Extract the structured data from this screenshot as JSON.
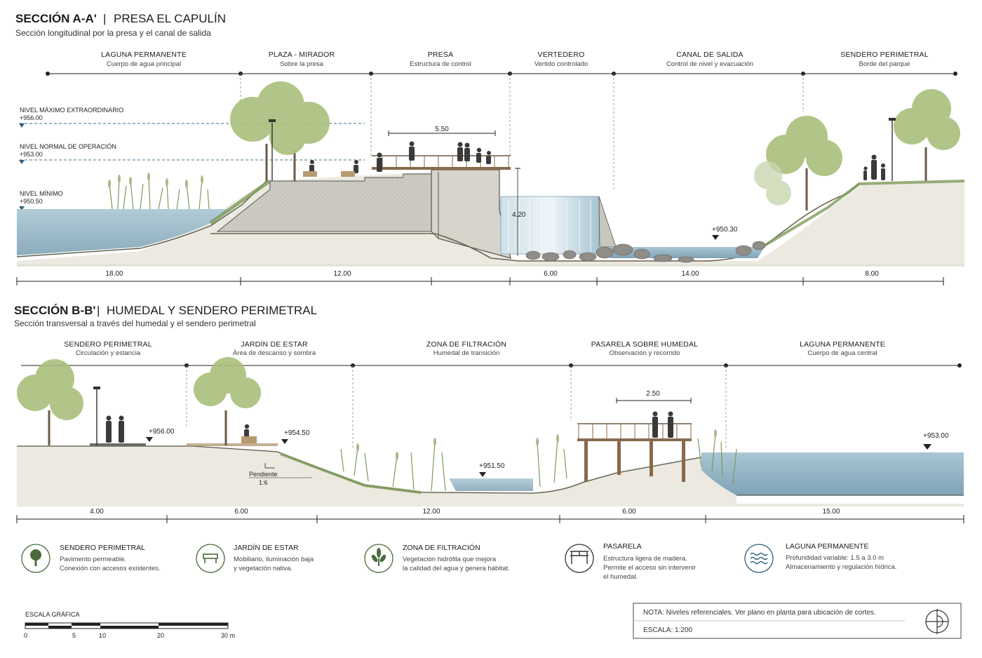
{
  "section_a": {
    "title_bold": "SECCIÓN A-A'",
    "title_light": "PRESA EL CAPULÍN",
    "subtitle": "Sección longitudinal por la presa y el canal de salida",
    "zones": [
      {
        "label": "LAGUNA PERMANENTE",
        "sub": "Cuerpo de agua principal"
      },
      {
        "label": "PLAZA - MIRADOR",
        "sub": "Sobre la presa"
      },
      {
        "label": "PRESA",
        "sub": "Estructura de control"
      },
      {
        "label": "VERTEDERO",
        "sub": "Vertido controlado"
      },
      {
        "label": "CANAL DE SALIDA",
        "sub": "Control de nivel y evacuación"
      },
      {
        "label": "SENDERO PERIMETRAL",
        "sub": "Borde del parque"
      }
    ],
    "levels": [
      {
        "label": "NIVEL MÁXIMO EXTRAORDINARIO",
        "value": "+956.00"
      },
      {
        "label": "NIVEL NORMAL DE OPERACIÓN",
        "value": "+953.00"
      },
      {
        "label": "NIVEL MÍNIMO",
        "value": "+950.50"
      }
    ],
    "mirador_width": "5.50",
    "spill_height": "4.20",
    "canal_level": "+950.30",
    "dims": [
      "18.00",
      "12.00",
      "6.00",
      "14.00",
      "8.00"
    ]
  },
  "section_b": {
    "title_bold": "SECCIÓN B-B'",
    "title_light": "HUMEDAL Y SENDERO PERIMETRAL",
    "subtitle": "Sección transversal a través del humedal y el sendero perimetral",
    "zones": [
      {
        "label": "SENDERO PERIMETRAL",
        "sub": "Circulación y estancia"
      },
      {
        "label": "JARDÍN DE ESTAR",
        "sub": "Área de descanso y sombra"
      },
      {
        "label": "ZONA DE FILTRACIÓN",
        "sub": "Humedal de transición"
      },
      {
        "label": "PASARELA SOBRE HUMEDAL",
        "sub": "Observación y recorrido"
      },
      {
        "label": "LAGUNA PERMANENTE",
        "sub": "Cuerpo de agua central"
      }
    ],
    "levels": [
      "+956.00",
      "+954.50",
      "+951.50",
      "+953.00"
    ],
    "slope_label": "Pendiente",
    "slope_value": "1:6",
    "pasarela_width": "2.50",
    "dims": [
      "4.00",
      "6.00",
      "12.00",
      "6.00",
      "15.00"
    ]
  },
  "legend": [
    {
      "icon": "tree-icon",
      "title": "SENDERO PERIMETRAL",
      "lines": [
        "Pavimento permeable.",
        "Conexión con accesos existentes."
      ]
    },
    {
      "icon": "bench-icon",
      "title": "JARDÍN DE ESTAR",
      "lines": [
        "Mobiliario, iluminación baja",
        "y vegetación nativa."
      ]
    },
    {
      "icon": "plant-icon",
      "title": "ZONA DE FILTRACIÓN",
      "lines": [
        "Vegetación hidrófila que mejora",
        "la calidad del agua y genera hábitat."
      ]
    },
    {
      "icon": "boardwalk-icon",
      "title": "PASARELA",
      "lines": [
        "Estructura ligera de madera.",
        "Permite el acceso sin intervenir",
        "el humedal."
      ]
    },
    {
      "icon": "waves-icon",
      "title": "LAGUNA PERMANENTE",
      "lines": [
        "Profundidad variable: 1.5 a 3.0 m",
        "Almacenamiento y regulación hídrica."
      ]
    }
  ],
  "scale_bar": {
    "title": "ESCALA GRÁFICA",
    "ticks": [
      "0",
      "5",
      "10",
      "20",
      "30 m"
    ]
  },
  "note": {
    "text": "NOTA: Niveles referenciales. Ver plano en planta para ubicación de cortes.",
    "scale": "ESCALA: 1:200"
  },
  "colors": {
    "water": "#9dbccb",
    "water_dark": "#7fa3b5",
    "ground": "#ece9e1",
    "concrete": "#c9c6be",
    "vegetation": "#7d9a5a",
    "tree": "#a9bf7c",
    "wood": "#8a6a4a",
    "line": "#222222",
    "icon_green": "#4b6b3c",
    "icon_blue": "#2f5f7f"
  }
}
